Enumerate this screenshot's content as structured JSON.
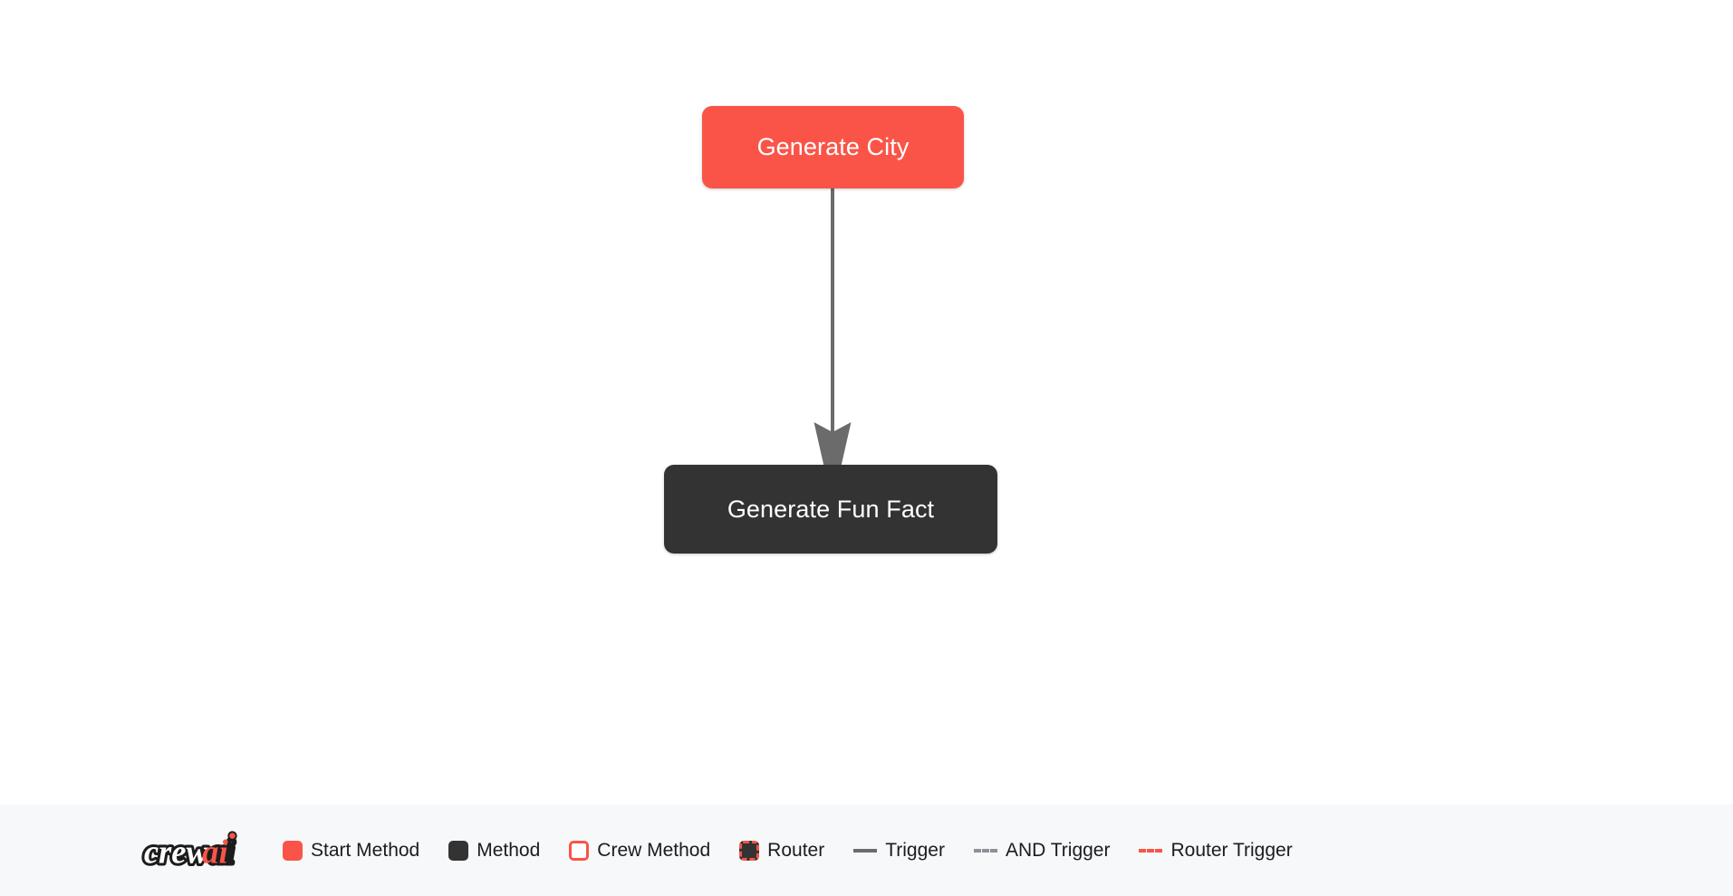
{
  "canvas": {
    "background": "#ffffff",
    "nodes": [
      {
        "id": "generate-city",
        "label": "Generate City",
        "type": "start-method",
        "color": "#fa5448",
        "text_color": "#ffffff"
      },
      {
        "id": "generate-fun-fact",
        "label": "Generate Fun Fact",
        "type": "method",
        "color": "#333333",
        "text_color": "#ffffff"
      }
    ],
    "edges": [
      {
        "id": "edge-city-to-fun-fact",
        "from": "generate-city",
        "to": "generate-fun-fact",
        "style": "trigger",
        "color": "#6b6b6b",
        "arrow": "down"
      }
    ]
  },
  "legend": {
    "background": "#f7f8fa",
    "brand": {
      "name": "crewai",
      "part_light": "crew",
      "part_accent": "ai",
      "accent_color": "#fa5448",
      "outline_color": "#1c1c1c"
    },
    "items": [
      {
        "label": "Start Method",
        "marker": "swatch",
        "marker_name": "start-method-swatch",
        "color": "#fa5448"
      },
      {
        "label": "Method",
        "marker": "swatch",
        "marker_name": "method-swatch",
        "color": "#333333"
      },
      {
        "label": "Crew Method",
        "marker": "swatch",
        "marker_name": "crew-method-swatch",
        "color": "#ffffff"
      },
      {
        "label": "Router",
        "marker": "swatch",
        "marker_name": "router-swatch",
        "color": "#333333"
      },
      {
        "label": "Trigger",
        "marker": "line",
        "marker_name": "trigger-line",
        "color": "#6b6b6b"
      },
      {
        "label": "AND Trigger",
        "marker": "line",
        "marker_name": "and-trigger-line",
        "color": "#8d9096"
      },
      {
        "label": "Router Trigger",
        "marker": "line",
        "marker_name": "router-trigger-line",
        "color": "#fa5448"
      }
    ]
  }
}
